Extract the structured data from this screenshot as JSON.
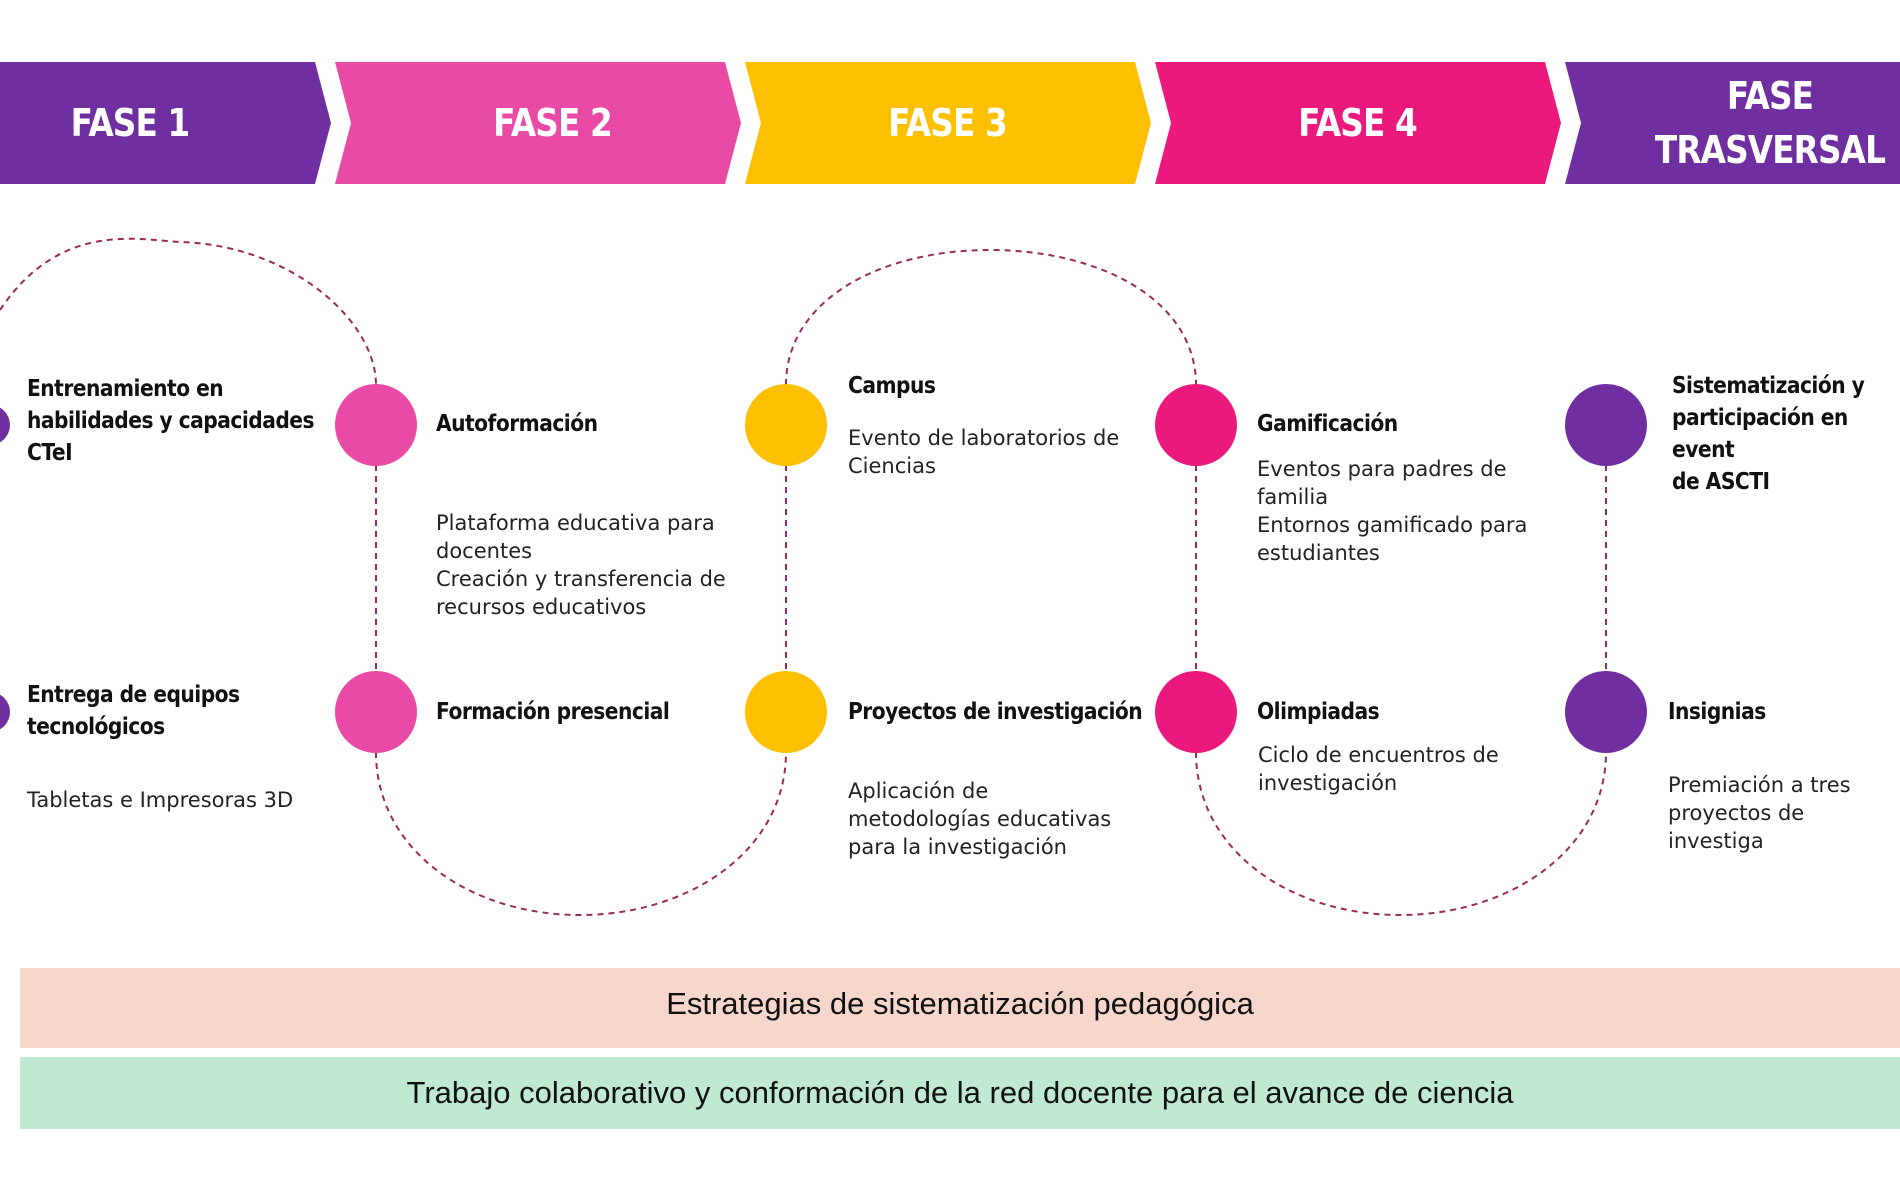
{
  "colors": {
    "purple": "#6f2fa0",
    "pink": "#e94aa6",
    "yellow": "#fcc000",
    "magenta": "#eb197e",
    "connector": "#9a2a5c",
    "band_top": "#f7d6cb",
    "band_bottom": "#bfe9d3"
  },
  "phases": [
    {
      "label": "FASE 1",
      "color": "#6f2fa0"
    },
    {
      "label": "FASE 2",
      "color": "#e94aa6"
    },
    {
      "label": "FASE 3",
      "color": "#fcc000"
    },
    {
      "label": "FASE 4",
      "color": "#eb197e"
    },
    {
      "label": "FASE\nTRASVERSAL",
      "color": "#6f2fa0"
    }
  ],
  "items": [
    {
      "title": "Entrenamiento en\nhabilidades y capacidades\nCTeI",
      "desc": ""
    },
    {
      "title": "Entrega de equipos\ntecnológicos",
      "desc": "Tabletas e Impresoras 3D"
    },
    {
      "title": "Autoformación",
      "desc": "Plataforma educativa para\ndocentes\nCreación y transferencia de\nrecursos educativos"
    },
    {
      "title": "Formación presencial",
      "desc": ""
    },
    {
      "title": "Campus",
      "desc": "Evento de laboratorios de\nCiencias"
    },
    {
      "title": "Proyectos de investigación",
      "desc": "Aplicación de\nmetodologías educativas\npara la investigación"
    },
    {
      "title": "Gamificación",
      "desc": "Eventos para padres de\nfamilia\nEntornos gamificado para\nestudiantes"
    },
    {
      "title": "Olimpiadas",
      "desc": "Ciclo de encuentros de\ninvestigación"
    },
    {
      "title": "Sistematización y\nparticipación en event\nde ASCTI",
      "desc": ""
    },
    {
      "title": "Insignias",
      "desc": "Premiación a tres\nproyectos de investiga"
    }
  ],
  "bands": [
    "Estrategias de sistematización pedagógica",
    "Trabajo colaborativo y conformación de la red docente para el avance de ciencia"
  ]
}
